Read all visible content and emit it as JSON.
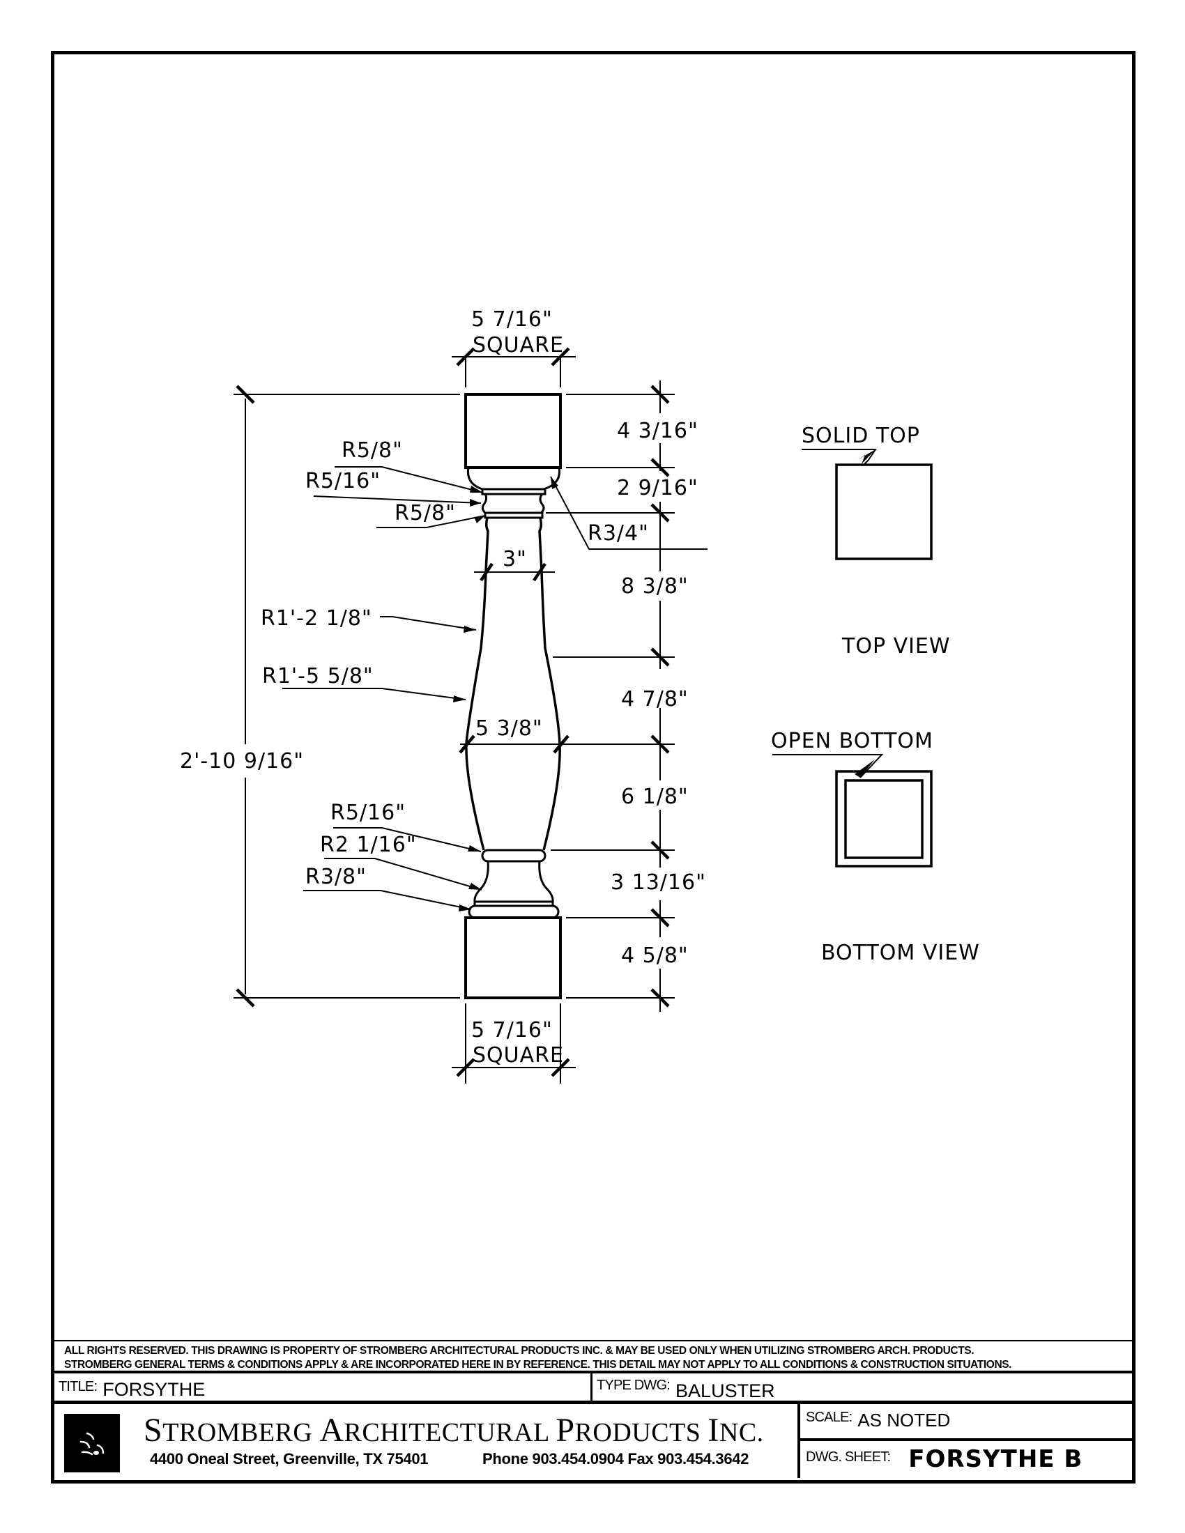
{
  "drawing": {
    "top_width": "5 7/16\"",
    "top_width_note": "SQUARE",
    "bottom_width": "5 7/16\"",
    "bottom_width_note": "SQUARE",
    "overall_height": "2'-10 9/16\"",
    "neck_width": "3\"",
    "belly_width": "5 3/8\"",
    "segments": [
      "4 3/16\"",
      "2 9/16\"",
      "8 3/8\"",
      "4 7/8\"",
      "6 1/8\"",
      "3 13/16\"",
      "4 5/8\""
    ],
    "radii": {
      "top_bead_upper": "R5/8\"",
      "top_bead": "R5/16\"",
      "top_bead_lower": "R5/8\"",
      "top_cove": "R3/4\"",
      "neck_curve": "R1'-2 1/8\"",
      "belly_curve": "R1'-5 5/8\"",
      "bottom_bead": "R5/16\"",
      "bottom_cove": "R2 1/16\"",
      "bottom_torus": "R3/8\""
    }
  },
  "top_view": {
    "callout": "SOLID TOP",
    "caption": "TOP VIEW"
  },
  "bottom_view": {
    "callout": "OPEN BOTTOM",
    "caption": "BOTTOM VIEW"
  },
  "title_block": {
    "disclaimer_line1": "ALL RIGHTS RESERVED. THIS DRAWING IS PROPERTY OF STROMBERG ARCHITECTURAL PRODUCTS INC. & MAY BE USED ONLY WHEN UTILIZING STROMBERG ARCH. PRODUCTS.",
    "disclaimer_line2": "STROMBERG GENERAL TERMS & CONDITIONS APPLY & ARE INCORPORATED HERE IN BY REFERENCE. THIS DETAIL MAY NOT APPLY TO ALL CONDITIONS & CONSTRUCTION SITUATIONS.",
    "title_label": "TITLE:",
    "title_value": "FORSYTHE",
    "type_label": "TYPE DWG:",
    "type_value": "BALUSTER",
    "company_name_s": "S",
    "company_name_1": "TROMBERG ",
    "company_name_a": "A",
    "company_name_2": "RCHITECTURAL ",
    "company_name_p": "P",
    "company_name_3": "RODUCTS ",
    "company_name_i": "I",
    "company_name_4": "NC.",
    "address": "4400 Oneal Street, Greenville, TX  75401",
    "phone_fax": "Phone 903.454.0904   Fax 903.454.3642",
    "scale_label": "SCALE:",
    "scale_value": "AS NOTED",
    "sheet_label": "DWG. SHEET:",
    "sheet_value": "FORSYTHE B"
  }
}
